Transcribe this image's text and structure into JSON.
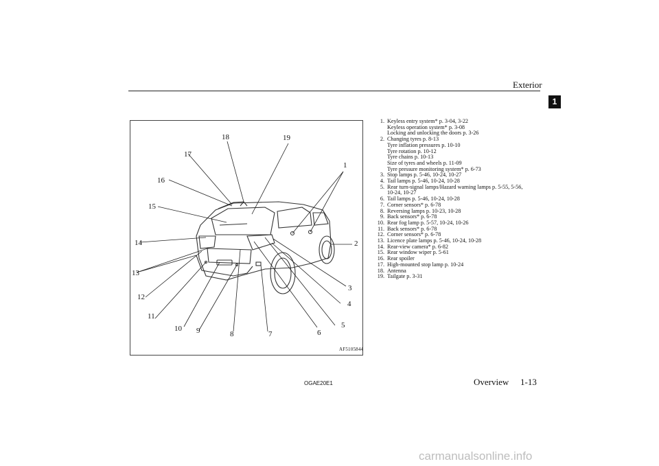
{
  "header": {
    "title": "Exterior",
    "chapter_tab": "1"
  },
  "figure": {
    "code": "AF5105844",
    "callouts": [
      "1",
      "2",
      "3",
      "4",
      "5",
      "6",
      "7",
      "8",
      "9",
      "10",
      "11",
      "12",
      "13",
      "14",
      "15",
      "16",
      "17",
      "18",
      "19"
    ]
  },
  "items": [
    {
      "num": "1.",
      "lines": [
        "Keyless entry system* p. 3-04, 3-22",
        "Keyless operation system* p. 3-08",
        "Locking and unlocking the doors p. 3-26"
      ]
    },
    {
      "num": "2.",
      "lines": [
        "Changing tyres p. 8-13",
        "Tyre inflation pressures p. 10-10",
        "Tyre rotation p. 10-12",
        "Tyre chains p. 10-13",
        "Size of tyres and wheels p. 11-09",
        "Tyre pressure monitoring system* p. 6-73"
      ]
    },
    {
      "num": "3.",
      "lines": [
        "Stop lamps p. 5-46, 10-24, 10-27"
      ]
    },
    {
      "num": "4.",
      "lines": [
        "Tail lamps p. 5-46, 10-24, 10-28"
      ]
    },
    {
      "num": "5.",
      "lines": [
        "Rear turn-signal lamps/Hazard warning lamps p. 5-55, 5-56,",
        "10-24, 10-27"
      ]
    },
    {
      "num": "6.",
      "lines": [
        "Tail lamps p. 5-46, 10-24, 10-28"
      ]
    },
    {
      "num": "7.",
      "lines": [
        "Corner sensors* p. 6-78"
      ]
    },
    {
      "num": "8.",
      "lines": [
        "Reversing lamps p. 10-23, 10-28"
      ]
    },
    {
      "num": "9.",
      "lines": [
        "Back sensors* p. 6-78"
      ]
    },
    {
      "num": "10.",
      "lines": [
        "Rear fog lamp p. 5-57, 10-24, 10-26"
      ]
    },
    {
      "num": "11.",
      "lines": [
        "Back sensors* p. 6-78"
      ]
    },
    {
      "num": "12.",
      "lines": [
        "Corner sensors* p. 6-78"
      ]
    },
    {
      "num": "13.",
      "lines": [
        "Licence plate lamps p. 5-46, 10-24, 10-28"
      ]
    },
    {
      "num": "14.",
      "lines": [
        "Rear-view camera* p. 6-82"
      ]
    },
    {
      "num": "15.",
      "lines": [
        "Rear window wiper p. 5-61"
      ]
    },
    {
      "num": "16.",
      "lines": [
        "Rear spoiler"
      ]
    },
    {
      "num": "17.",
      "lines": [
        "High-mounted stop lamp p. 10-24"
      ]
    },
    {
      "num": "18.",
      "lines": [
        "Antenna"
      ]
    },
    {
      "num": "19.",
      "lines": [
        "Tailgate p. 3-31"
      ]
    }
  ],
  "footer": {
    "doc_code": "OGAE20E1",
    "section": "Overview",
    "page": "1-13"
  },
  "watermark": "carmanualsonline.info"
}
